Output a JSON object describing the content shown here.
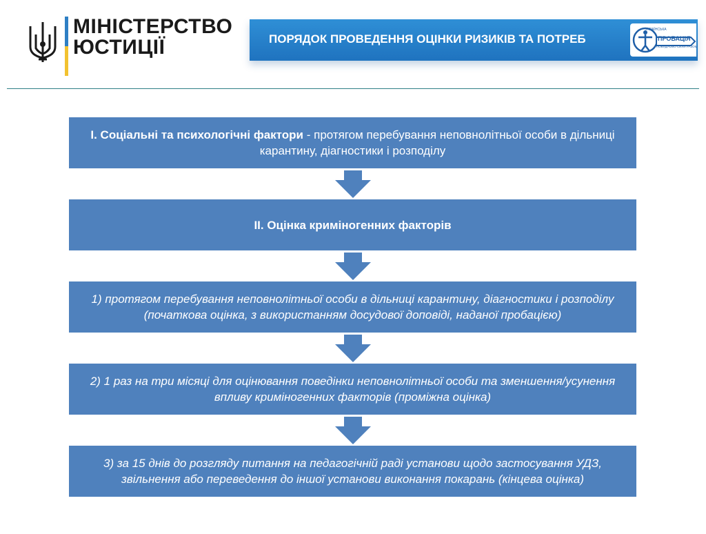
{
  "header": {
    "ministry_line1": "МІНІСТЕРСТВО",
    "ministry_line2": "ЮСТИЦІЇ",
    "banner_title": "ПОРЯДОК ПРОВЕДЕННЯ  ОЦІНКИ РИЗИКІВ ТА ПОТРЕБ",
    "probation_logo_text": "ПРОБАЦІЯ",
    "probation_small_top": "УКРАЇНСЬКА",
    "probation_small_bottom": "ПОБУДУЄМО СИЛИ РАЗОМ"
  },
  "colors": {
    "box": "#4f81bd",
    "banner": "#1f73bf",
    "rule": "#2f7f86"
  },
  "flow": {
    "step1_bold": "I. Соціальні та психологічні фактори",
    "step1_rest": " - протягом перебування неповнолітньої особи в дільниці карантину, діагностики і розподілу",
    "step2": "II. Оцінка криміногенних факторів",
    "step3": "1) протягом перебування неповнолітньої особи в дільниці карантину, діагностики і розподілу (початкова оцінка, з використанням досудової доповіді, наданої пробацією)",
    "step4": "2) 1 раз на три місяці для оцінювання поведінки неповнолітньої особи та зменшення/усунення впливу криміногенних факторів (проміжна оцінка)",
    "step5": "3) за 15 днів до розгляду питання на педагогічній раді установи щодо застосування УДЗ, звільнення або переведення до іншої установи виконання покарань (кінцева оцінка)"
  }
}
